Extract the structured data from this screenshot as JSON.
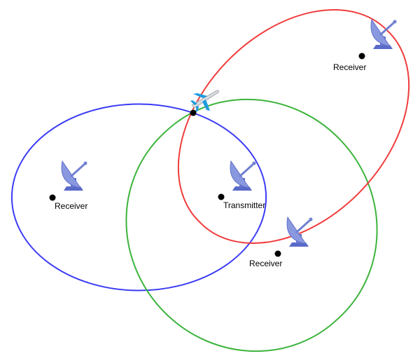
{
  "labels": {
    "receiver_left": "Receiver",
    "receiver_top_right": "Receiver",
    "receiver_bottom": "Receiver",
    "transmitter": "Transmitter"
  },
  "colors": {
    "blue_curve": "#3b3bf5",
    "green_curve": "#3cb43c",
    "red_curve": "#f03c3c"
  }
}
